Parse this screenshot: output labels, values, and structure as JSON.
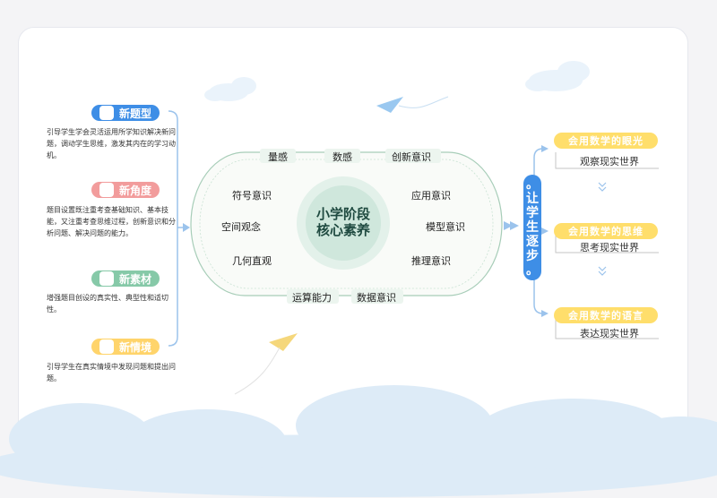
{
  "left_items": [
    {
      "label": "新题型",
      "color": "#3e8ee6",
      "desc": "引导学生学会灵活运用所学知识解决新问题，调动学生思维，激发其内在的学习动机。"
    },
    {
      "label": "新角度",
      "color": "#f29c9c",
      "desc": "题目设置既注重考查基础知识、基本技能，又注重考查思维过程，创新意识和分析问题、解决问题的能力。"
    },
    {
      "label": "新素材",
      "color": "#86c9a8",
      "desc": "增强题目创设的真实性、典型性和适切性。"
    },
    {
      "label": "新情境",
      "color": "#ffd46b",
      "desc": "引导学生在真实情境中发现问题和提出问题。"
    }
  ],
  "center": {
    "title_line1": "小学阶段",
    "title_line2": "核心素养",
    "nodes": {
      "top1": "量感",
      "top2": "数感",
      "top3": "创新意识",
      "left1": "符号意识",
      "left2": "空间观念",
      "left3": "几何直观",
      "right1": "应用意识",
      "right2": "模型意识",
      "right3": "推理意识",
      "bottom1": "运算能力",
      "bottom2": "数据意识"
    }
  },
  "right": {
    "vertical_text": [
      "。",
      "让",
      "学",
      "生",
      "逐",
      "步",
      "。"
    ],
    "items": [
      {
        "tag": "会用数学的眼光",
        "text": "观察现实世界"
      },
      {
        "tag": "会用数学的思维",
        "text": "思考现实世界"
      },
      {
        "tag": "会用数学的语言",
        "text": "表达现实世界"
      }
    ]
  },
  "colors": {
    "accent_blue": "#3e8ee6",
    "center_green": "#cfe7dc",
    "node_bg": "#ecf5ef",
    "yellow": "#ffde6b"
  }
}
